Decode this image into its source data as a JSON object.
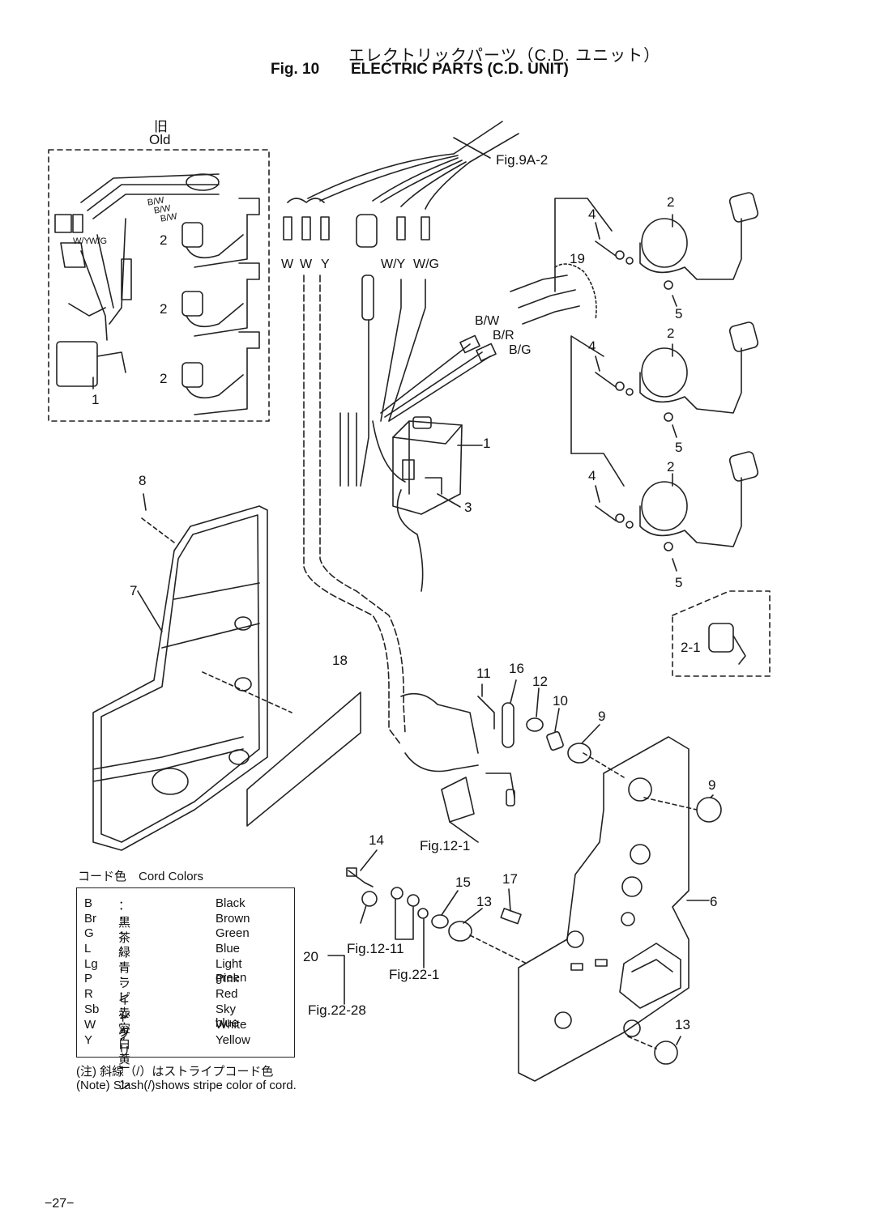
{
  "header": {
    "title_jp": "エレクトリックパーツ（C.D. ユニット）",
    "fig_number": "Fig. 10",
    "title_en": "ELECTRIC PARTS (C.D. UNIT)"
  },
  "old_box": {
    "label_jp": "旧",
    "label_en": "Old",
    "wire_labels": [
      "B/W",
      "B/W",
      "B/W",
      "W/Y",
      "W/G"
    ],
    "callouts": [
      "2",
      "2",
      "2",
      "1"
    ]
  },
  "wire_labels": {
    "top_row": [
      "W",
      "W",
      "Y",
      "W/Y",
      "W/G"
    ],
    "coil_side": [
      "B/W",
      "B/R",
      "B/G"
    ]
  },
  "callouts": {
    "c2a": "2",
    "c2b": "2",
    "c2c": "2",
    "c4a": "4",
    "c4b": "4",
    "c4c": "4",
    "c5a": "5",
    "c5b": "5",
    "c5c": "5",
    "c19": "19",
    "c1": "1",
    "c3": "3",
    "c8": "8",
    "c7": "7",
    "c18": "18",
    "c2_1": "2-1",
    "c11": "11",
    "c16": "16",
    "c12": "12",
    "c10": "10",
    "c9a": "9",
    "c9b": "9",
    "c6": "6",
    "c14": "14",
    "c15": "15",
    "c13a": "13",
    "c13b": "13",
    "c17": "17",
    "c20": "20"
  },
  "figure_refs": {
    "fig9a2": "Fig.9A-2",
    "fig12_1": "Fig.12-1",
    "fig12_11": "Fig.12-11",
    "fig22_1": "Fig.22-1",
    "fig22_28": "Fig.22-28"
  },
  "legend": {
    "heading": "コード色　Cord Colors",
    "rows": [
      {
        "code": "B",
        "jp": "：黒",
        "en": "Black"
      },
      {
        "code": "Br",
        "jp": "：茶",
        "en": "Brown"
      },
      {
        "code": "G",
        "jp": "：緑",
        "en": "Green"
      },
      {
        "code": "L",
        "jp": "：青",
        "en": "Blue"
      },
      {
        "code": "Lg",
        "jp": "：ライトグリーン",
        "en": "Light green"
      },
      {
        "code": "P",
        "jp": "：ピンク",
        "en": "Pink"
      },
      {
        "code": "R",
        "jp": "：赤",
        "en": "Red"
      },
      {
        "code": "Sb",
        "jp": "：空",
        "en": "Sky blue"
      },
      {
        "code": "W",
        "jp": "：白",
        "en": "White"
      },
      {
        "code": "Y",
        "jp": "：黄",
        "en": "Yellow"
      }
    ],
    "note_jp": "(注) 斜線（/）はストライプコード色",
    "note_en": "(Note) Slash(/)shows stripe color of cord."
  },
  "page_number": "−27−"
}
